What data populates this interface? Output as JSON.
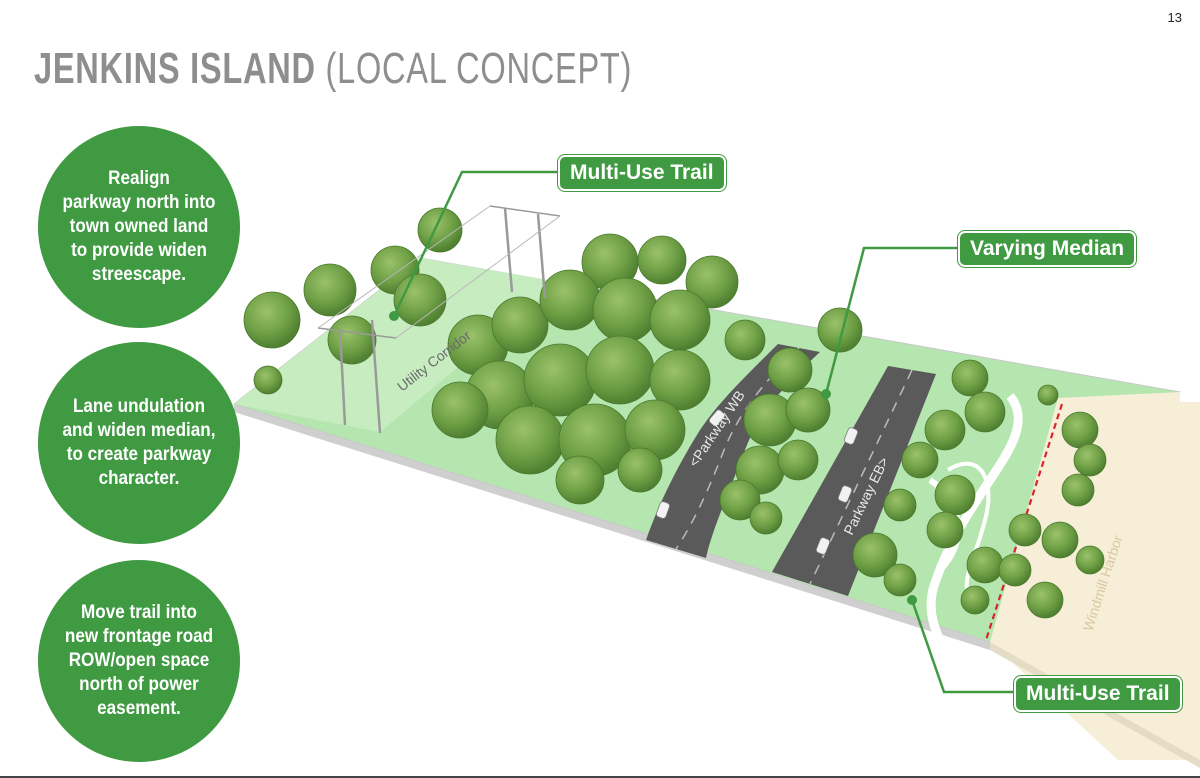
{
  "page": {
    "number": "13"
  },
  "title": {
    "main": "JENKINS ISLAND",
    "sub": "(LOCAL CONCEPT)"
  },
  "circles": [
    {
      "text": "Realign\nparkway north into\ntown owned land\nto provide widen\nstreescape."
    },
    {
      "text": "Lane undulation\nand widen median,\nto create parkway\ncharacter."
    },
    {
      "text": "Move trail into\nnew frontage road\nROW/open space\nnorth of power\neasement."
    }
  ],
  "callouts": {
    "trail_top": "Multi-Use Trail",
    "median": "Varying Median",
    "trail_bottom": "Multi-Use Trail"
  },
  "map_labels": {
    "utility": "Utility Corridor",
    "wb": "<Parkway WB",
    "eb": "Parkway EB>",
    "harbor": "Windmill Harbor"
  },
  "colors": {
    "accent_green": "#3f9a42",
    "ground": "#b5e6b0",
    "road": "#5a5a5a",
    "harbor": "#f7eed8",
    "title_gray": "#8e8e8e"
  }
}
